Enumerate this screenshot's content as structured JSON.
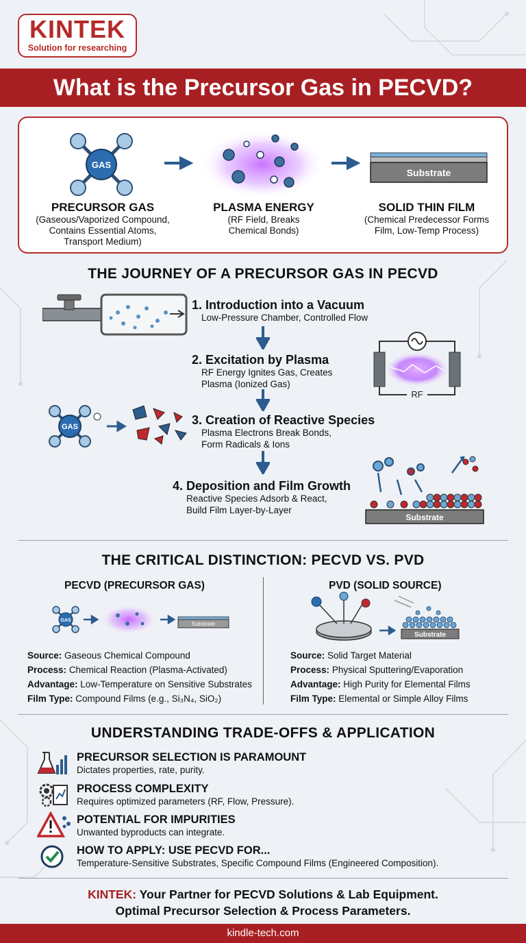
{
  "brand": {
    "name": "KINTEK",
    "tagline": "Solution for researching",
    "accent": "#a81f23"
  },
  "title": "What is the Precursor Gas in PECVD?",
  "overview": [
    {
      "title": "PRECURSOR GAS",
      "desc1": "(Gaseous/Vaporized Compound,",
      "desc2": "Contains Essential Atoms,",
      "desc3": "Transport Medium)",
      "icon": "gas-molecule-icon",
      "label": "GAS"
    },
    {
      "title": "PLASMA ENERGY",
      "desc1": "(RF Field, Breaks",
      "desc2": "Chemical Bonds)",
      "icon": "plasma-cloud-icon"
    },
    {
      "title": "SOLID THIN FILM",
      "desc1": "(Chemical Predecessor Forms",
      "desc2": "Film, Low-Temp Process)",
      "icon": "thin-film-substrate-icon",
      "label": "Substrate"
    }
  ],
  "journey": {
    "heading": "THE JOURNEY OF A PRECURSOR GAS IN PECVD",
    "steps": [
      {
        "title": "1. Introduction into a Vacuum",
        "desc1": "Low-Pressure Chamber, Controlled Flow"
      },
      {
        "title": "2. Excitation by Plasma",
        "desc1": "RF Energy Ignites Gas, Creates",
        "desc2": "Plasma (Ionized Gas)"
      },
      {
        "title": "3. Creation of Reactive Species",
        "desc1": "Plasma Electrons Break Bonds,",
        "desc2": "Form Radicals & Ions"
      },
      {
        "title": "4. Deposition and Film Growth",
        "desc1": "Reactive Species Adsorb & React,",
        "desc2": "Build Film Layer-by-Layer"
      }
    ],
    "rf_label": "RF",
    "gas_label": "GAS",
    "substrate_label": "Substrate"
  },
  "distinction": {
    "heading": "THE CRITICAL DISTINCTION: PECVD VS. PVD",
    "pecvd": {
      "title": "PECVD (PRECURSOR GAS)",
      "gas_label": "GAS",
      "substrate_label": "Substrate",
      "rows": [
        {
          "k": "Source:",
          "v": "Gaseous Chemical Compound"
        },
        {
          "k": "Process:",
          "v": "Chemical Reaction (Plasma-Activated)"
        },
        {
          "k": "Advantage:",
          "v": "Low-Temperature on Sensitive Substrates"
        },
        {
          "k": "Film Type:",
          "v": "Compound Films (e.g., Si₃N₄, SiO₂)"
        }
      ]
    },
    "pvd": {
      "title": "PVD (SOLID SOURCE)",
      "substrate_label": "Substrate",
      "rows": [
        {
          "k": "Source:",
          "v": "Solid Target Material"
        },
        {
          "k": "Process:",
          "v": "Physical Sputtering/Evaporation"
        },
        {
          "k": "Advantage:",
          "v": "High Purity for Elemental Films"
        },
        {
          "k": "Film Type:",
          "v": "Elemental or Simple Alloy Films"
        }
      ]
    }
  },
  "tradeoffs": {
    "heading": "UNDERSTANDING TRADE-OFFS & APPLICATION",
    "items": [
      {
        "title": "PRECURSOR SELECTION IS PARAMOUNT",
        "desc": "Dictates properties, rate, purity.",
        "icon": "flask-chart-icon"
      },
      {
        "title": "PROCESS COMPLEXITY",
        "desc": "Requires optimized parameters (RF, Flow, Pressure).",
        "icon": "gear-panel-icon"
      },
      {
        "title": "POTENTIAL FOR IMPURITIES",
        "desc": "Unwanted byproducts can integrate.",
        "icon": "warning-triangle-icon"
      },
      {
        "title": "HOW TO APPLY: USE PECVD FOR...",
        "desc": "Temperature-Sensitive Substrates, Specific Compound Films (Engineered Composition).",
        "icon": "check-circle-icon"
      }
    ]
  },
  "footer": {
    "brand": "KINTEK:",
    "line1": "Your Partner for PECVD Solutions & Lab Equipment.",
    "line2": "Optimal Precursor Selection & Process Parameters.",
    "url": "kindle-tech.com"
  }
}
